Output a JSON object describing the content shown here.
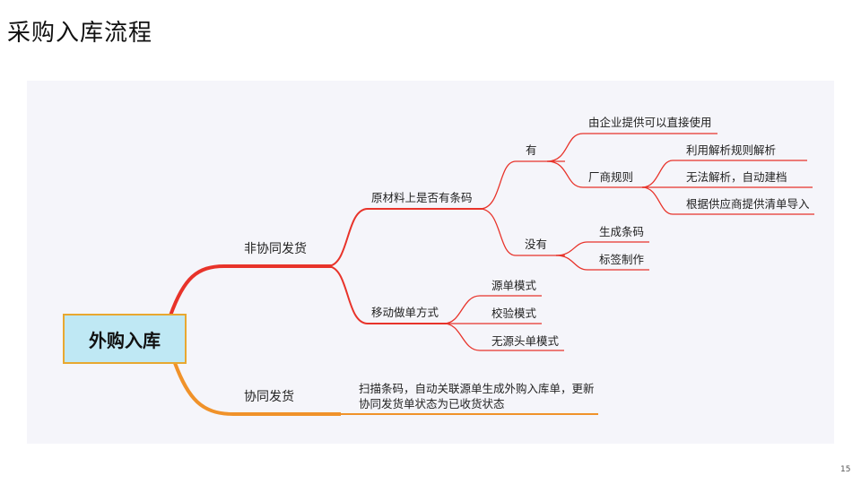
{
  "title": "采购入库流程",
  "page_number": "15",
  "colors": {
    "red": "#e8332a",
    "orange": "#f0922a",
    "root_fill": "#bfe8f4",
    "root_border": "#e8a830"
  },
  "mindmap": {
    "root": "外购入库",
    "non_collab": {
      "label": "非协同发货",
      "barcode": {
        "label": "原材料上是否有条码",
        "yes": {
          "label": "有",
          "direct": "由企业提供可以直接使用",
          "vendor_rule": {
            "label": "厂商规则",
            "items": [
              "利用解析规则解析",
              "无法解析，自动建档",
              "根据供应商提供清单导入"
            ]
          }
        },
        "no": {
          "label": "没有",
          "items": [
            "生成条码",
            "标签制作"
          ]
        }
      },
      "mobile": {
        "label": "移动做单方式",
        "items": [
          "源单模式",
          "校验模式",
          "无源头单模式"
        ]
      }
    },
    "collab": {
      "label": "协同发货",
      "desc_lines": [
        "扫描条码，自动关联源单生成外购入库单，更新",
        "协同发货单状态为已收货状态"
      ]
    }
  }
}
